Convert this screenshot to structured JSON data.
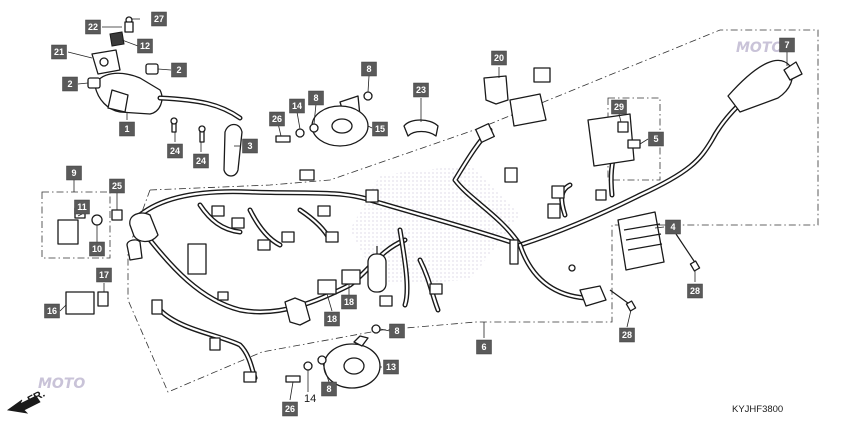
{
  "diagram_code": "KYJHF3800",
  "front_arrow_label": "FR.",
  "watermark_text": "MOTO",
  "colors": {
    "callout_bg": "#5a5a5a",
    "callout_text": "#ffffff",
    "line": "#1a1a1a"
  },
  "callouts": [
    {
      "id": "c27",
      "label": "27"
    },
    {
      "id": "c22",
      "label": "22"
    },
    {
      "id": "c12",
      "label": "12"
    },
    {
      "id": "c21",
      "label": "21"
    },
    {
      "id": "c2a",
      "label": "2"
    },
    {
      "id": "c2b",
      "label": "2"
    },
    {
      "id": "c1",
      "label": "1"
    },
    {
      "id": "c24a",
      "label": "24"
    },
    {
      "id": "c24b",
      "label": "24"
    },
    {
      "id": "c3",
      "label": "3"
    },
    {
      "id": "c26a",
      "label": "26"
    },
    {
      "id": "c14a",
      "label": "14"
    },
    {
      "id": "c8a",
      "label": "8"
    },
    {
      "id": "c8b",
      "label": "8"
    },
    {
      "id": "c15",
      "label": "15"
    },
    {
      "id": "c23",
      "label": "23"
    },
    {
      "id": "c20",
      "label": "20"
    },
    {
      "id": "c7",
      "label": "7"
    },
    {
      "id": "c29",
      "label": "29"
    },
    {
      "id": "c5",
      "label": "5"
    },
    {
      "id": "c9",
      "label": "9"
    },
    {
      "id": "c25",
      "label": "25"
    },
    {
      "id": "c11",
      "label": "11"
    },
    {
      "id": "c10",
      "label": "10"
    },
    {
      "id": "c17",
      "label": "17"
    },
    {
      "id": "c16",
      "label": "16"
    },
    {
      "id": "c4",
      "label": "4"
    },
    {
      "id": "c28a",
      "label": "28"
    },
    {
      "id": "c28b",
      "label": "28"
    },
    {
      "id": "c6",
      "label": "6"
    },
    {
      "id": "c8c",
      "label": "8"
    },
    {
      "id": "c18a",
      "label": "18"
    },
    {
      "id": "c18b",
      "label": "18"
    },
    {
      "id": "c13",
      "label": "13"
    },
    {
      "id": "c8d",
      "label": "8"
    },
    {
      "id": "c26b",
      "label": "26"
    }
  ],
  "plain_labels": [
    {
      "id": "p14",
      "label": "14"
    }
  ]
}
